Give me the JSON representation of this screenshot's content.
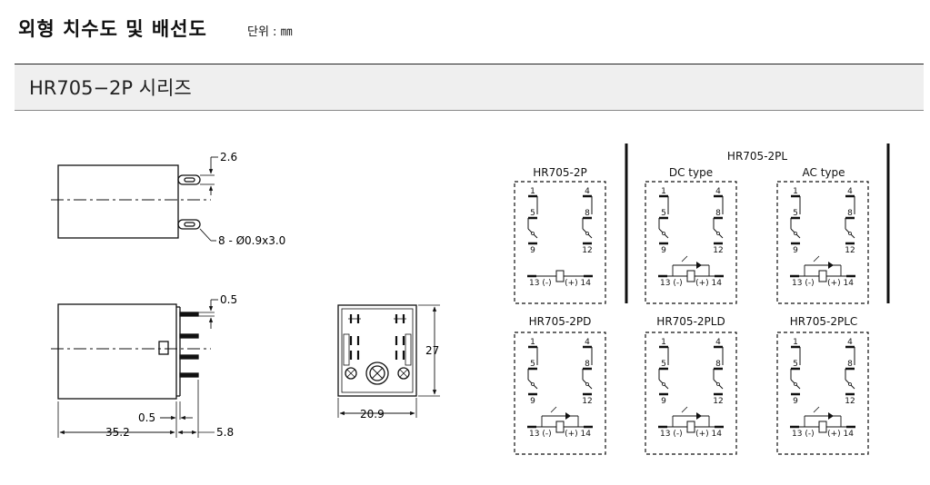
{
  "header": {
    "title": "외형 치수도 및 배선도",
    "unit_note": "단위 : ㎜"
  },
  "series": {
    "title": "HR705−2P 시리즈"
  },
  "dimensions": {
    "pin_offset": "2.6",
    "pin_spec": "8 - Ø0.9x3.0",
    "pin_width": "0.5",
    "height": "27",
    "gap": "0.5",
    "length": "35.2",
    "pin_length": "5.8",
    "width": "20.9"
  },
  "diagrams": {
    "hr705_2p": "HR705-2P",
    "hr705_2pl": "HR705-2PL",
    "dc_type": "DC type",
    "ac_type": "AC type",
    "hr705_2pd": "HR705-2PD",
    "hr705_2pld": "HR705-2PLD",
    "hr705_2plc": "HR705-2PLC"
  },
  "terminals": {
    "t1": "1",
    "t4": "4",
    "t5": "5",
    "t8": "8",
    "t9": "9",
    "t12": "12",
    "t13": "13 (-)",
    "t14": "(+) 14"
  },
  "colors": {
    "line": "#111111",
    "band": "#efefef"
  }
}
